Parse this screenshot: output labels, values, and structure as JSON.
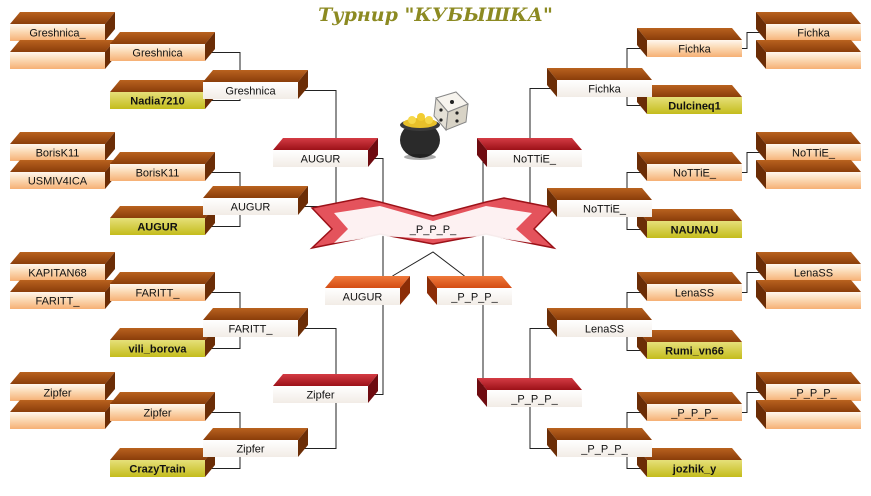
{
  "title": "Турнир \"КУБЫШКА\"",
  "colors": {
    "brown": "#8a3d0a",
    "brown_mid": "#b9621f",
    "peach": "#f6b074",
    "olive": "#c4bc1c",
    "red": "#9c1118",
    "red_mid": "#d43b44",
    "orange": "#d44c14",
    "line": "#222222"
  },
  "icons": [
    "pot-of-gold-icon",
    "dice-icon"
  ],
  "left": {
    "round1": [
      "Greshnica_",
      "",
      "BorisK11",
      "USMIV4ICA",
      "KAPITAN68",
      "FARITT_",
      "Zipfer",
      ""
    ],
    "round2": [
      "Greshnica",
      "Nadia7210",
      "BorisK11",
      "AUGUR",
      "FARITT_",
      "vili_borova",
      "Zipfer",
      "CrazyTrain"
    ],
    "round3": [
      "Greshnica",
      "AUGUR",
      "FARITT_",
      "Zipfer"
    ],
    "round4": [
      "AUGUR",
      "Zipfer"
    ],
    "semifinal": "AUGUR"
  },
  "right": {
    "round1": [
      "Fichka",
      "",
      "NoTTiE_",
      "",
      "LenaSS",
      "",
      "_P_P_P_",
      ""
    ],
    "round2": [
      "Fichka",
      "Dulcineq1",
      "NoTTiE_",
      "NAUNAU",
      "LenaSS",
      "Rumi_vn66",
      "_P_P_P_",
      "jozhik_y"
    ],
    "round3": [
      "Fichka",
      "NoTTiE_",
      "LenaSS",
      "_P_P_P_"
    ],
    "round4": [
      "NoTTiE_",
      "_P_P_P_"
    ],
    "semifinal": "_P_P_P_"
  },
  "final": "_P_P_P_"
}
